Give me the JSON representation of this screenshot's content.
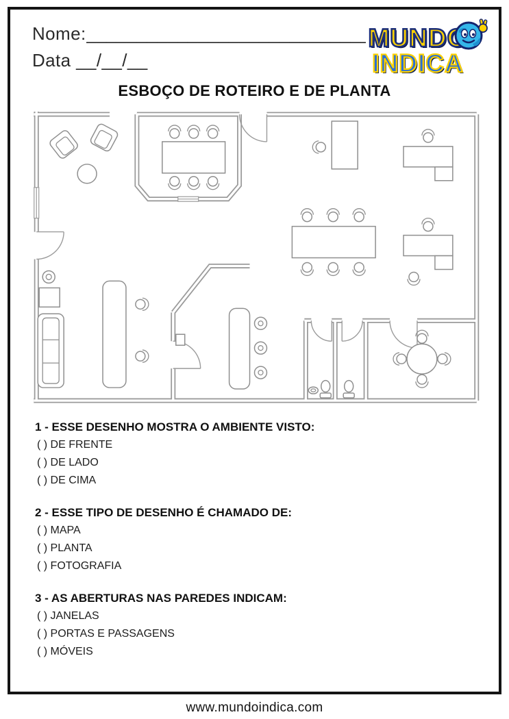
{
  "header": {
    "name_label": "Nome:",
    "name_line": "______________________________",
    "date_line": "Data __/__/__"
  },
  "logo": {
    "line1": "MUNDO",
    "line2": "INDICA"
  },
  "title": "ESBOÇO DE ROTEIRO E DE PLANTA",
  "floor_plan": {
    "description": "top-view floor plan sketch with rooms, furniture, doors and windows",
    "wall_color": "#9b9b9b",
    "furniture_color": "#8f8f8f"
  },
  "questions": [
    {
      "prompt": "1 - ESSE DESENHO MOSTRA O AMBIENTE VISTO:",
      "options": [
        "( ) DE FRENTE",
        "( ) DE LADO",
        "( ) DE CIMA"
      ]
    },
    {
      "prompt": "2 - ESSE TIPO DE DESENHO É CHAMADO DE:",
      "options": [
        "( ) MAPA",
        "( ) PLANTA",
        "( ) FOTOGRAFIA"
      ]
    },
    {
      "prompt": "3 - AS ABERTURAS NAS PAREDES INDICAM:",
      "options": [
        "( ) JANELAS",
        "( ) PORTAS E PASSAGENS",
        "( ) MÓVEIS"
      ]
    }
  ],
  "footer": {
    "url": "www.mundoindica.com"
  }
}
